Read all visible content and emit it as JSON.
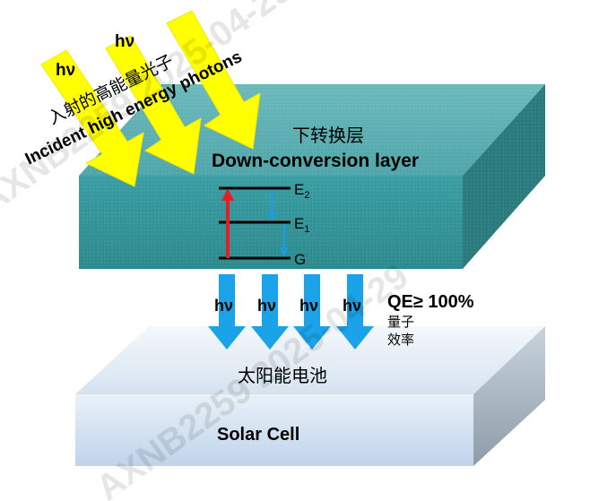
{
  "incident": {
    "photon_symbol_1": "hν",
    "photon_symbol_2": "hν",
    "label_cn": "入射的高能量光子",
    "label_en": "Incident high energy photons",
    "arrow_color": "#ffff00"
  },
  "down_conversion_layer": {
    "label_cn": "下转换层",
    "label_en": "Down-conversion layer",
    "color_top": "#5fb0b3",
    "color_front": "#2f8e92",
    "color_side": "#2a7478",
    "levels": {
      "e2_base": "E",
      "e2_sub": "2",
      "e1_base": "E",
      "e1_sub": "1",
      "g": "G"
    },
    "excitation_color": "#e31e24",
    "emission_color": "#1f9bd7"
  },
  "emission": {
    "photons": [
      "hν",
      "hν",
      "hν",
      "hν"
    ],
    "qe": "QE≥ 100%",
    "qe_cn_line1": "量子",
    "qe_cn_line2": "效率",
    "arrow_color": "#1aa3e8"
  },
  "solar_cell": {
    "label_cn": "太阳能电池",
    "label_en": "Solar Cell",
    "color_top": "#d6e4f0",
    "color_front": "#c7d9ec",
    "color_side": "#a9b8c6"
  },
  "watermark": "AXNB2259 2025-04-29"
}
